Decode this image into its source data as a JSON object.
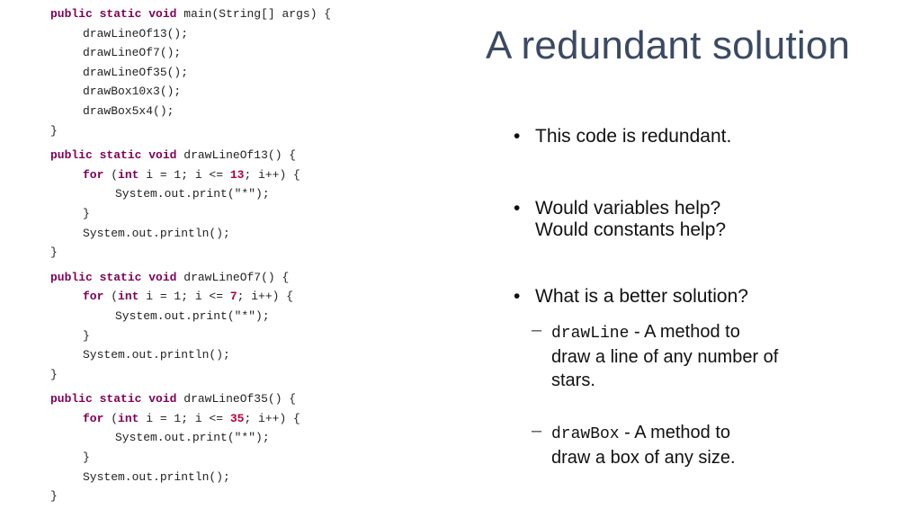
{
  "code": {
    "main_sig": "public static void main(String[] args) {",
    "main_calls": [
      "drawLineOf13();",
      "drawLineOf7();",
      "drawLineOf35();",
      "drawBox10x3();",
      "drawBox5x4();"
    ],
    "close": "}",
    "methods": [
      {
        "name": "drawLineOf13() {",
        "limit": "13"
      },
      {
        "name": "drawLineOf7() {",
        "limit": "7"
      },
      {
        "name": "drawLineOf35() {",
        "limit": "35"
      }
    ],
    "kw_public": "public",
    "kw_static": "static",
    "kw_void": "void",
    "kw_for": "for",
    "kw_int": "int",
    "for_mid": " i = 1; i <= ",
    "for_end": "; i++) {",
    "print_stmt": "System.out.print(\"*\");",
    "println_stmt": "System.out.println();"
  },
  "slide": {
    "title": "A redundant solution",
    "bullets": [
      "This code is redundant.",
      "Would variables help?",
      "Would constants help?",
      "What is a better solution?"
    ],
    "sub1_code": "drawLine",
    "sub1_text_a": " - A method to",
    "sub1_text_b": "draw a line of any number of",
    "sub1_text_c": "stars.",
    "sub2_code": "drawBox",
    "sub2_text_a": " - A method to",
    "sub2_text_b": "draw a box of any size.",
    "bullet_char": "•",
    "dash_char": "–"
  }
}
